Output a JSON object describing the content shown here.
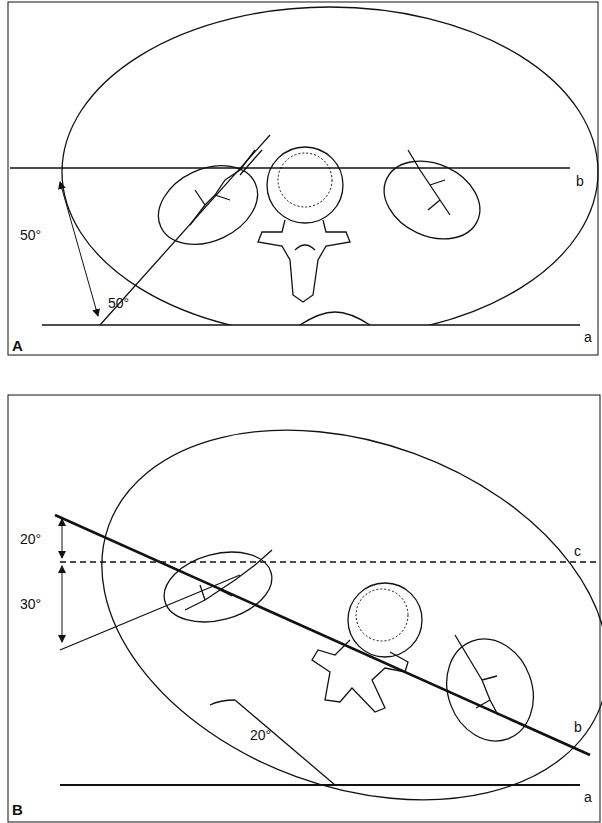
{
  "diagram": {
    "labels": [
      "b",
      "50°",
      "50°",
      "a",
      "A",
      "20°",
      "30°",
      "c",
      "b",
      "20°",
      "a",
      "B"
    ]
  }
}
